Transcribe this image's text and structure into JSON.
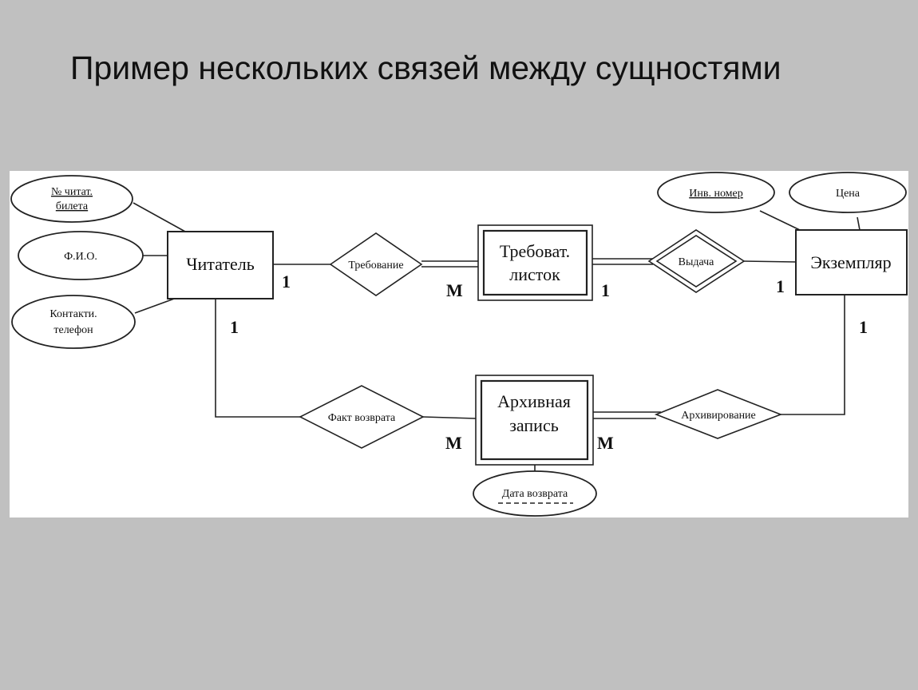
{
  "title": "Пример нескольких связей между сущностями",
  "entities": {
    "reader": {
      "label": "Читатель",
      "weak": false
    },
    "request_slip": {
      "line1": "Требоват.",
      "line2": "листок",
      "weak": true
    },
    "copy": {
      "label": "Экземпляр",
      "weak": false
    },
    "archive_record": {
      "line1": "Архивная",
      "line2": "запись",
      "weak": true
    }
  },
  "relationships": {
    "request": {
      "label": "Требование",
      "identifying": false
    },
    "issue": {
      "label": "Выдача",
      "identifying": true
    },
    "return_fact": {
      "label": "Факт возврата",
      "identifying": false
    },
    "archiving": {
      "label": "Архивирование",
      "identifying": false
    }
  },
  "attributes": {
    "reader_card_no": {
      "line1": "№ читат.",
      "line2": "билета",
      "key": true
    },
    "full_name": {
      "label": "Ф.И.О.",
      "key": false
    },
    "contact_phone": {
      "line1": "Контакти.",
      "line2": "телефон",
      "key": false
    },
    "inventory_no": {
      "label": "Инв. номер",
      "key": true
    },
    "price": {
      "label": "Цена",
      "key": false
    },
    "return_date": {
      "label": "Дата возврата",
      "partial_key": true
    }
  },
  "cardinalities": {
    "reader_request": "1",
    "slip_request": "M",
    "slip_issue": "1",
    "copy_issue": "1",
    "reader_return": "1",
    "copy_archiving": "1",
    "archive_return": "M",
    "archive_archiving": "M"
  }
}
